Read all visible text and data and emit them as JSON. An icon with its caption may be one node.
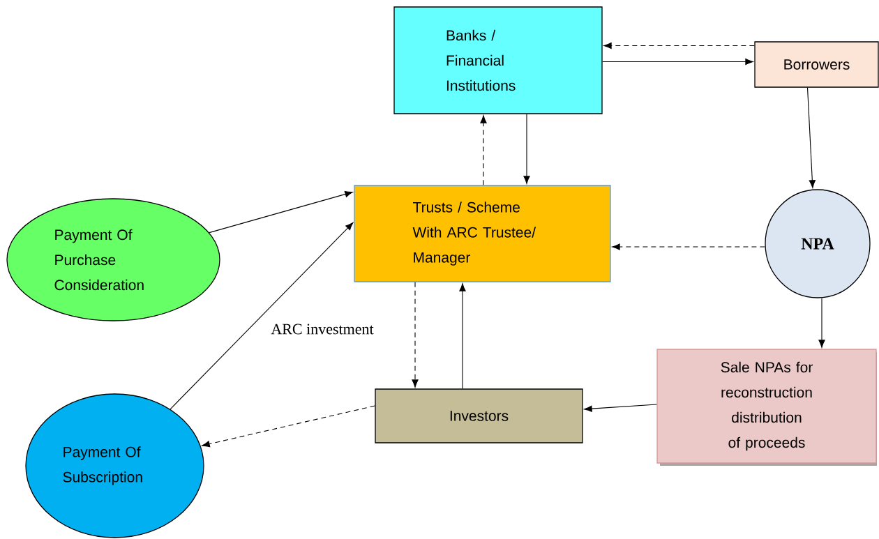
{
  "diagram": {
    "nodes": [
      {
        "text": [
          "Banks / Financial Institutions"
        ]
      },
      {
        "text": [
          "Borrowers"
        ]
      },
      {
        "text": [
          "Trusts / Scheme With ARC Trustee/ Manager"
        ]
      },
      {
        "text": [
          "Payment Of Purchase Consideration"
        ]
      },
      {
        "text": [
          "NPA"
        ]
      },
      {
        "text": [
          "Sale NPAs for reconstruction distribution of proceeds"
        ]
      },
      {
        "text": [
          "Investors"
        ]
      },
      {
        "text": [
          "Payment Of Subscription"
        ]
      }
    ],
    "edges": [
      {
        "from": 1,
        "to": 0,
        "arrow": "to",
        "style": "dashed"
      },
      {
        "from": 0,
        "to": 1,
        "arrow": "to"
      },
      {
        "from": 2,
        "to": 0,
        "arrow": "to",
        "style": "dashed"
      },
      {
        "from": 0,
        "to": 2,
        "arrow": "to"
      },
      {
        "from": 1,
        "to": 4,
        "arrow": "to"
      },
      {
        "from": 4,
        "to": 2,
        "arrow": "to",
        "style": "dashed"
      },
      {
        "from": 4,
        "to": 5,
        "arrow": "to"
      },
      {
        "from": 5,
        "to": 6,
        "arrow": "to"
      },
      {
        "from": 6,
        "to": 7,
        "arrow": "to",
        "style": "dashed"
      },
      {
        "from": 7,
        "to": 2,
        "arrow": "to"
      },
      {
        "from": 3,
        "to": 2,
        "arrow": "to"
      },
      {
        "from": 2,
        "to": 6,
        "arrow": "to",
        "style": "dashed"
      },
      {
        "from": 6,
        "to": 2,
        "arrow": "to"
      }
    ],
    "labels": [
      "ARC investment"
    ]
  }
}
